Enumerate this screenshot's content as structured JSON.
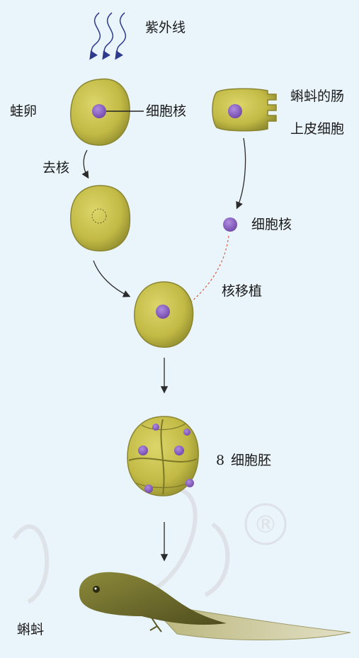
{
  "labels": {
    "uv": "紫外线",
    "frog_egg": "蛙卵",
    "nucleus_pointer": "细胞核",
    "tadpole_intestine_line1": "蝌蚪的肠",
    "tadpole_intestine_line2": "上皮细胞",
    "enucleate": "去核",
    "isolated_nucleus": "细胞核",
    "nuclear_transfer": "核移植",
    "eight_cell_number": "8",
    "eight_cell_text": "细胞胚",
    "tadpole": "蝌蚪"
  },
  "colors": {
    "background": "#e9f4fb",
    "cell_fill": "#c9c24f",
    "cell_dark": "#9a9335",
    "nucleus": "#8a5fc4",
    "arrow": "#2b2b2b",
    "transfer_line": "#d9604a",
    "uv_rays": "#2e3a8c",
    "watermark": "#d9dde2"
  },
  "watermark_symbol": "®"
}
